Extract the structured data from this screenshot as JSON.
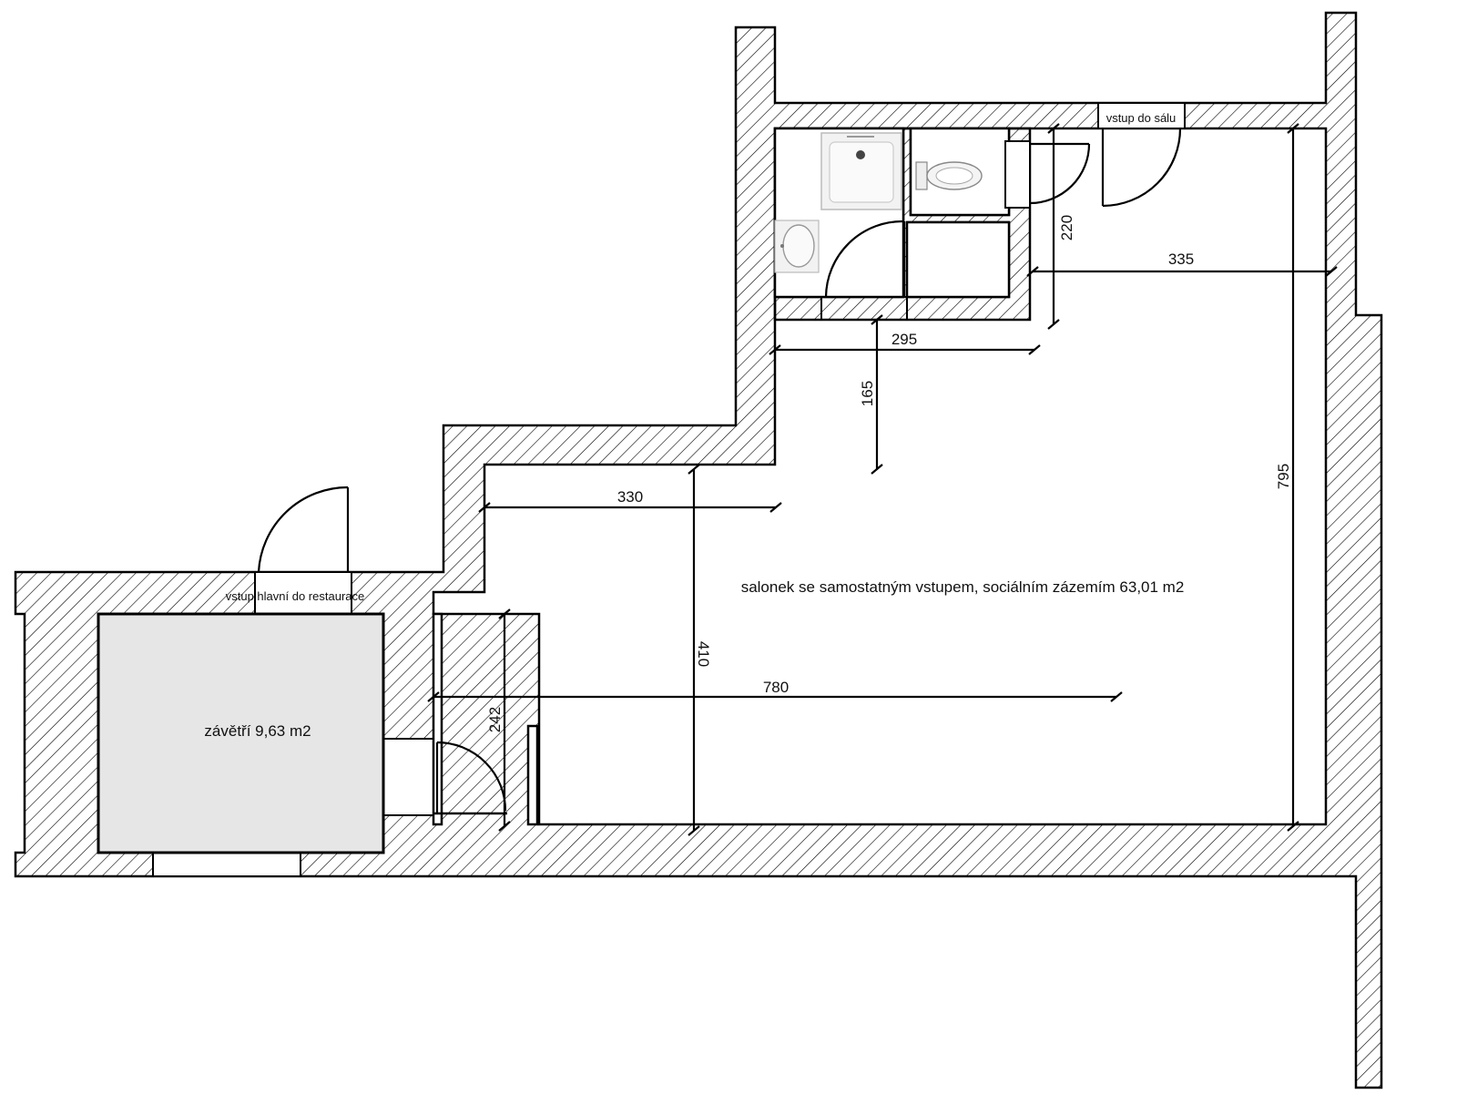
{
  "labels": {
    "main_room": "salonek se samostatným vstupem, sociálním zázemím 63,01 m2",
    "vestibule": "závětří 9,63 m2",
    "entrance_main": "vstup hlavní do restaurace",
    "entrance_hall": "vstup do sálu"
  },
  "dimensions": {
    "d335": "335",
    "d295": "295",
    "d220": "220",
    "d165": "165",
    "d330": "330",
    "d410": "410",
    "d780": "780",
    "d242": "242",
    "d795": "795"
  },
  "colors": {
    "wall_hatch": "#000000",
    "vestibule_fill": "#e6e6e6",
    "background": "#ffffff"
  }
}
